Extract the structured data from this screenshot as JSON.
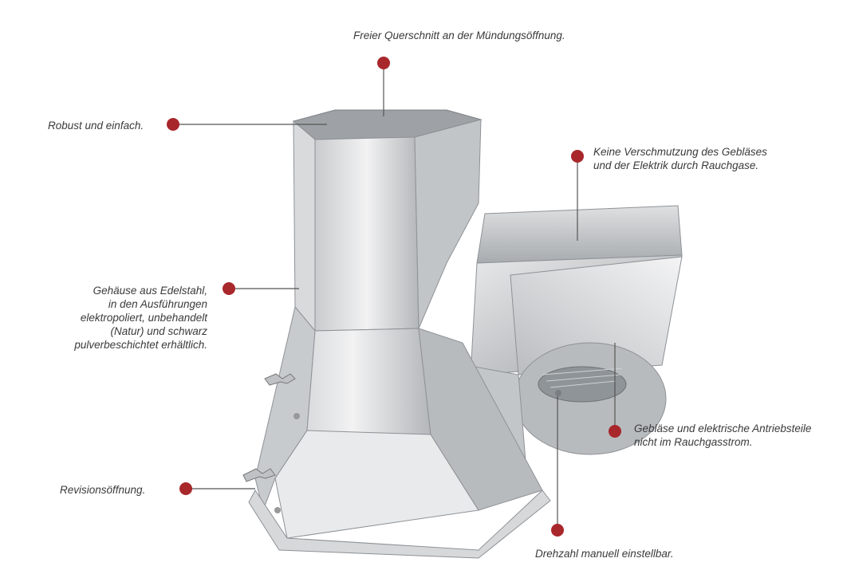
{
  "callouts": {
    "top": "Freier Querschnitt an der Mündungsöffnung.",
    "robust": "Robust und einfach.",
    "keine": [
      "Keine Verschmutzung des Gebläses",
      "und der Elektrik durch Rauchgase."
    ],
    "gehaeuse": [
      "Gehäuse aus Edelstahl,",
      "in den Ausführungen",
      "elektropoliert, unbehandelt",
      "(Natur) und schwarz",
      "pulverbeschichtet erhältlich."
    ],
    "geblaese": [
      "Gebläse und elektrische Antriebsteile",
      "nicht im Rauchgasstrom."
    ],
    "revision": "Revisionsöffnung.",
    "drehzahl": "Drehzahl manuell einstellbar."
  },
  "colors": {
    "marker": "#a8272b",
    "leader_line": "#555555",
    "text": "#3a3a3a"
  }
}
